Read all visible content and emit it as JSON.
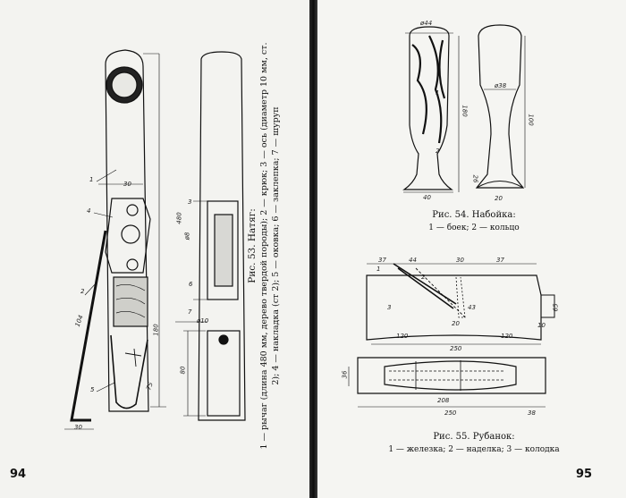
{
  "left_page": {
    "page_number": "94",
    "figure_title": "Рис. 53. Натяг:",
    "figure_legend": "1 — рычаг (длина 480 мм, дерево твердой породы); 2 — крюк; 3 — ось (диаметр 10 мм, ст. 2); 4 — накладка (ст 2); 5 — оковка; 6 — заклепка; 7 — шуруп",
    "dimensions": [
      "480",
      "180",
      "30",
      "104",
      "75",
      "30",
      "80",
      "ø8",
      "ø10"
    ],
    "part_numbers": [
      "1",
      "2",
      "4",
      "5",
      "3",
      "6",
      "7"
    ]
  },
  "right_page": {
    "page_number": "95",
    "fig54_title": "Рис. 54. Набойка:",
    "fig54_legend": "1 — боек; 2 — кольцо",
    "fig54_dimensions": [
      "ø44",
      "180",
      "40",
      "ø38",
      "100",
      "26",
      "20"
    ],
    "fig54_part_numbers": [
      "1",
      "2"
    ],
    "fig55_title": "Рис. 55. Рубанок:",
    "fig55_legend": "1 — железка; 2 — наделка; 3 — колодка",
    "fig55_dimensions": [
      "37",
      "44",
      "30",
      "37",
      "120",
      "250",
      "120",
      "43",
      "65",
      "10",
      "20",
      "36",
      "208",
      "250",
      "38"
    ],
    "fig55_part_numbers": [
      "1",
      "2",
      "3"
    ]
  },
  "colors": {
    "paper": "#f3f3f0",
    "ink": "#111111",
    "gutter": "#1a1a1a"
  }
}
